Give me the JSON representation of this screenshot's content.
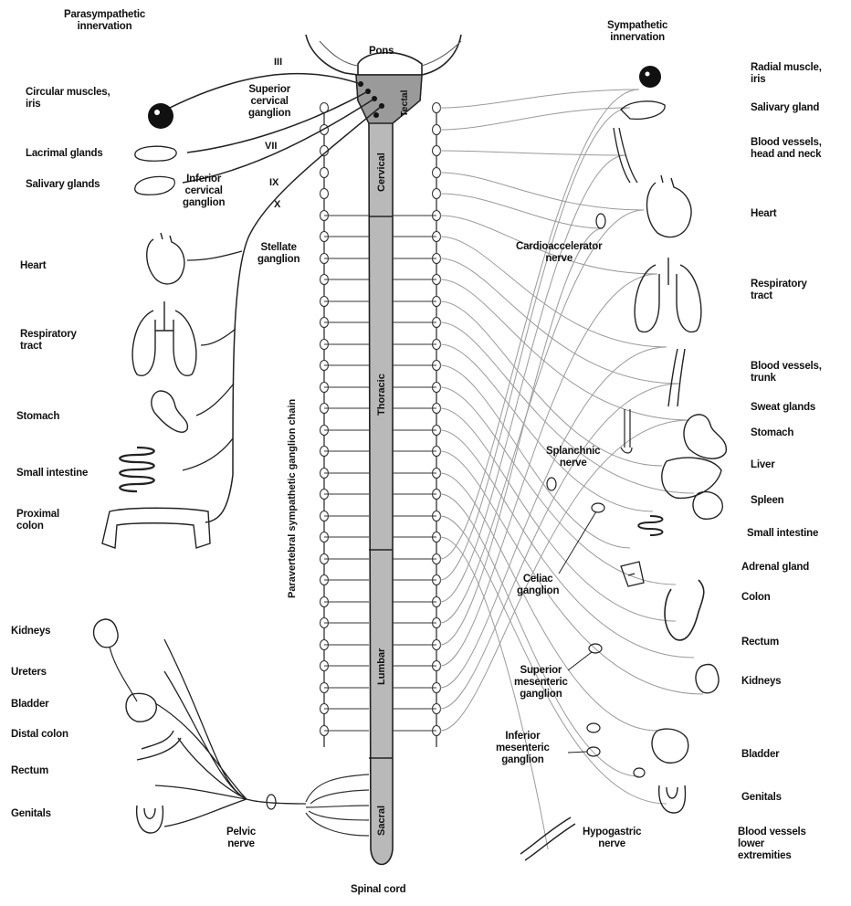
{
  "headers": {
    "parasympathetic": "Parasympathetic\ninnervation",
    "sympathetic": "Sympathetic\ninnervation"
  },
  "brain": {
    "pons": "Pons",
    "spinal_cord": "Spinal cord",
    "regions": [
      "Tectal",
      "Cervical",
      "Thoracic",
      "Lumbar",
      "Sacral"
    ]
  },
  "cranial_nerves": [
    "III",
    "VII",
    "IX",
    "X"
  ],
  "chain_label": "Paravertebral sympathetic ganglion chain",
  "ganglia": {
    "superior_cervical": "Superior\ncervical\nganglion",
    "inferior_cervical": "Inferior\ncervical\nganglion",
    "stellate": "Stellate\nganglion",
    "cardioaccelerator": "Cardioaccelerator\nnerve",
    "splanchnic": "Splanchnic\nnerve",
    "celiac": "Celiac\nganglion",
    "superior_mesenteric": "Superior\nmesenteric\nganglion",
    "inferior_mesenteric": "Inferior\nmesenteric\nganglion",
    "hypogastric": "Hypogastric\nnerve",
    "pelvic": "Pelvic\nnerve"
  },
  "left_organs": [
    "Circular muscles,\niris",
    "Lacrimal glands",
    "Salivary glands",
    "Heart",
    "Respiratory\ntract",
    "Stomach",
    "Small intestine",
    "Proximal\ncolon",
    "Kidneys",
    "Ureters",
    "Bladder",
    "Distal colon",
    "Rectum",
    "Genitals"
  ],
  "right_organs": [
    "Radial muscle,\niris",
    "Salivary gland",
    "Blood vessels,\nhead and neck",
    "Heart",
    "Respiratory\ntract",
    "Blood vessels,\ntrunk",
    "Sweat glands",
    "Stomach",
    "Liver",
    "Spleen",
    "Small intestine",
    "Adrenal gland",
    "Colon",
    "Rectum",
    "Kidneys",
    "Bladder",
    "Genitals",
    "Blood vessels\nlower\nextremities"
  ]
}
